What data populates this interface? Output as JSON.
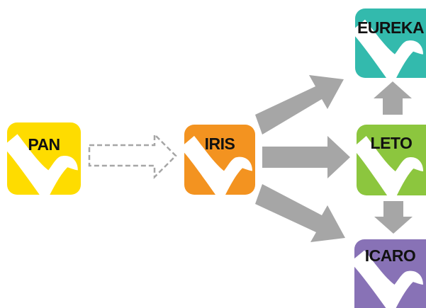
{
  "diagram": {
    "nodes": [
      {
        "id": "pan",
        "label": "PAN",
        "color": "#FEDC00"
      },
      {
        "id": "iris",
        "label": "IRIS",
        "color": "#F39320"
      },
      {
        "id": "eureka",
        "label": "EUREKA",
        "color": "#33BAAD"
      },
      {
        "id": "leto",
        "label": "LETO",
        "color": "#8CC63E"
      },
      {
        "id": "icaro",
        "label": "ICARO",
        "color": "#8872B6"
      }
    ],
    "edges": [
      {
        "from": "pan",
        "to": "iris",
        "style": "dashed"
      },
      {
        "from": "iris",
        "to": "eureka",
        "style": "solid"
      },
      {
        "from": "iris",
        "to": "leto",
        "style": "solid"
      },
      {
        "from": "iris",
        "to": "icaro",
        "style": "solid"
      },
      {
        "from": "leto",
        "to": "eureka",
        "style": "solid"
      },
      {
        "from": "leto",
        "to": "icaro",
        "style": "solid"
      }
    ],
    "arrow_color": "#A6A6A6",
    "logo_color": "#FFFFFF"
  }
}
